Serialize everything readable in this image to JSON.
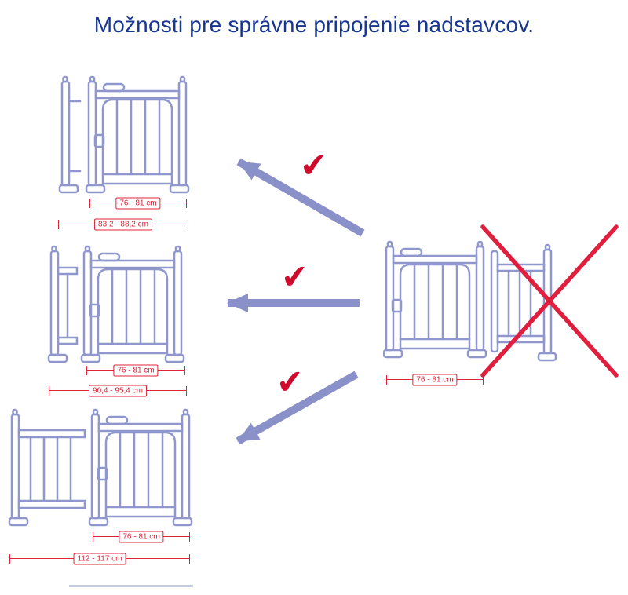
{
  "title": "Možnosti pre správne pripojenie nadstavcov.",
  "options": [
    {
      "id": "small-extension",
      "gate_width": "76 - 81 cm",
      "total_width": "83,2 - 88,2 cm"
    },
    {
      "id": "medium-extension",
      "gate_width": "76 - 81 cm",
      "total_width": "90,4 - 95,4 cm"
    },
    {
      "id": "wide-extension",
      "gate_width": "76 - 81 cm",
      "total_width": "112 - 117 cm"
    }
  ],
  "source_gate": {
    "gate_width": "76 - 81 cm"
  },
  "icons": {
    "check": "✔",
    "cross": "red-x-over-extension",
    "arrow": "left-pointing-arrow"
  },
  "colors": {
    "title_blue": "#17368f",
    "gate_outline": "#8f97cd",
    "arrow_purple": "#8a90c8",
    "dimension_red": "#e02339",
    "check_red": "#cf0a2c",
    "cross_red": "#df1f3d"
  }
}
